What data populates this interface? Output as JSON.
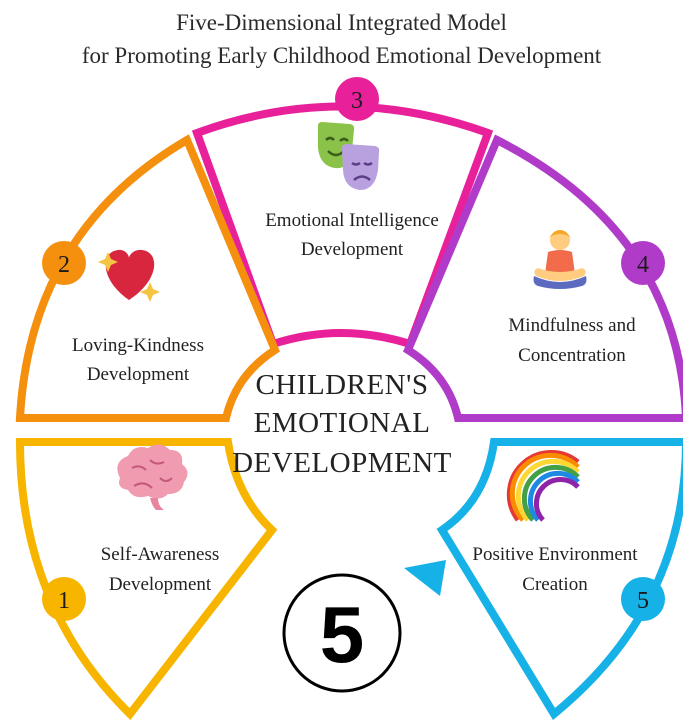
{
  "title": {
    "line1": "Five-Dimensional Integrated Model",
    "line2": "for Promoting Early Childhood Emotional Development"
  },
  "center": {
    "line1": "CHILDREN'S",
    "line2": "EMOTIONAL",
    "line3": "DEVELOPMENT"
  },
  "segments": [
    {
      "number": "1",
      "line1": "Self-Awareness",
      "line2": "Development",
      "color": "#f7b500",
      "icon": "brain-icon"
    },
    {
      "number": "2",
      "line1": "Loving-Kindness",
      "line2": "Development",
      "color": "#f5900f",
      "icon": "sparkling-heart-icon"
    },
    {
      "number": "3",
      "line1": "Emotional Intelligence",
      "line2": "Development",
      "color": "#e8219a",
      "icon": "theater-masks-icon"
    },
    {
      "number": "4",
      "line1": "Mindfulness and",
      "line2": "Concentration",
      "color": "#b03bc8",
      "icon": "meditating-person-icon"
    },
    {
      "number": "5",
      "line1": "Positive Environment",
      "line2": "Creation",
      "color": "#16b1e6",
      "icon": "rainbow-icon"
    }
  ],
  "badge": {
    "label": "5"
  }
}
